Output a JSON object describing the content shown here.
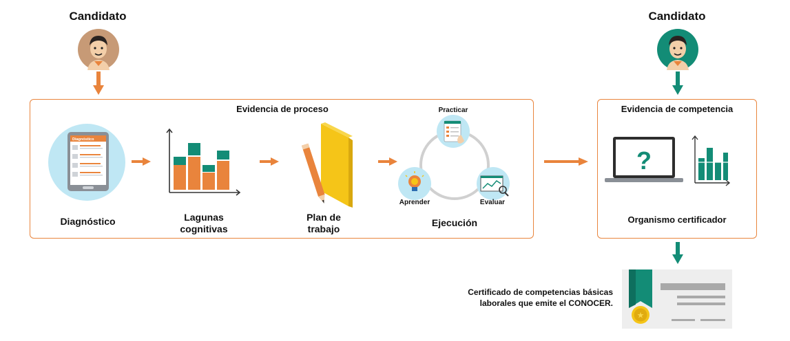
{
  "candidate_left": {
    "label": "Candidato"
  },
  "candidate_right": {
    "label": "Candidato"
  },
  "process_box": {
    "title": "Evidencia de proceso"
  },
  "competence_box": {
    "title": "Evidencia de competencia",
    "footer": "Organismo certificador"
  },
  "steps": [
    {
      "label": "Diagnóstico",
      "screen_label": "Diagnóstico"
    },
    {
      "label_line1": "Lagunas",
      "label_line2": "cognitivas"
    },
    {
      "label_line1": "Plan de",
      "label_line2": "trabajo"
    },
    {
      "label": "Ejecución"
    }
  ],
  "cycle": {
    "top": "Practicar",
    "left": "Aprender",
    "right": "Evaluar"
  },
  "laptop": {
    "symbol": "?"
  },
  "certificate": {
    "caption_line1": "Certificado de competencias básicas",
    "caption_line2": "laborales que emite el CONOCER.",
    "medal_symbol": "★"
  },
  "colors": {
    "orange": "#e9843c",
    "teal": "#138c76",
    "light_blue": "#bfe7f4",
    "yellow": "#f5c518"
  }
}
